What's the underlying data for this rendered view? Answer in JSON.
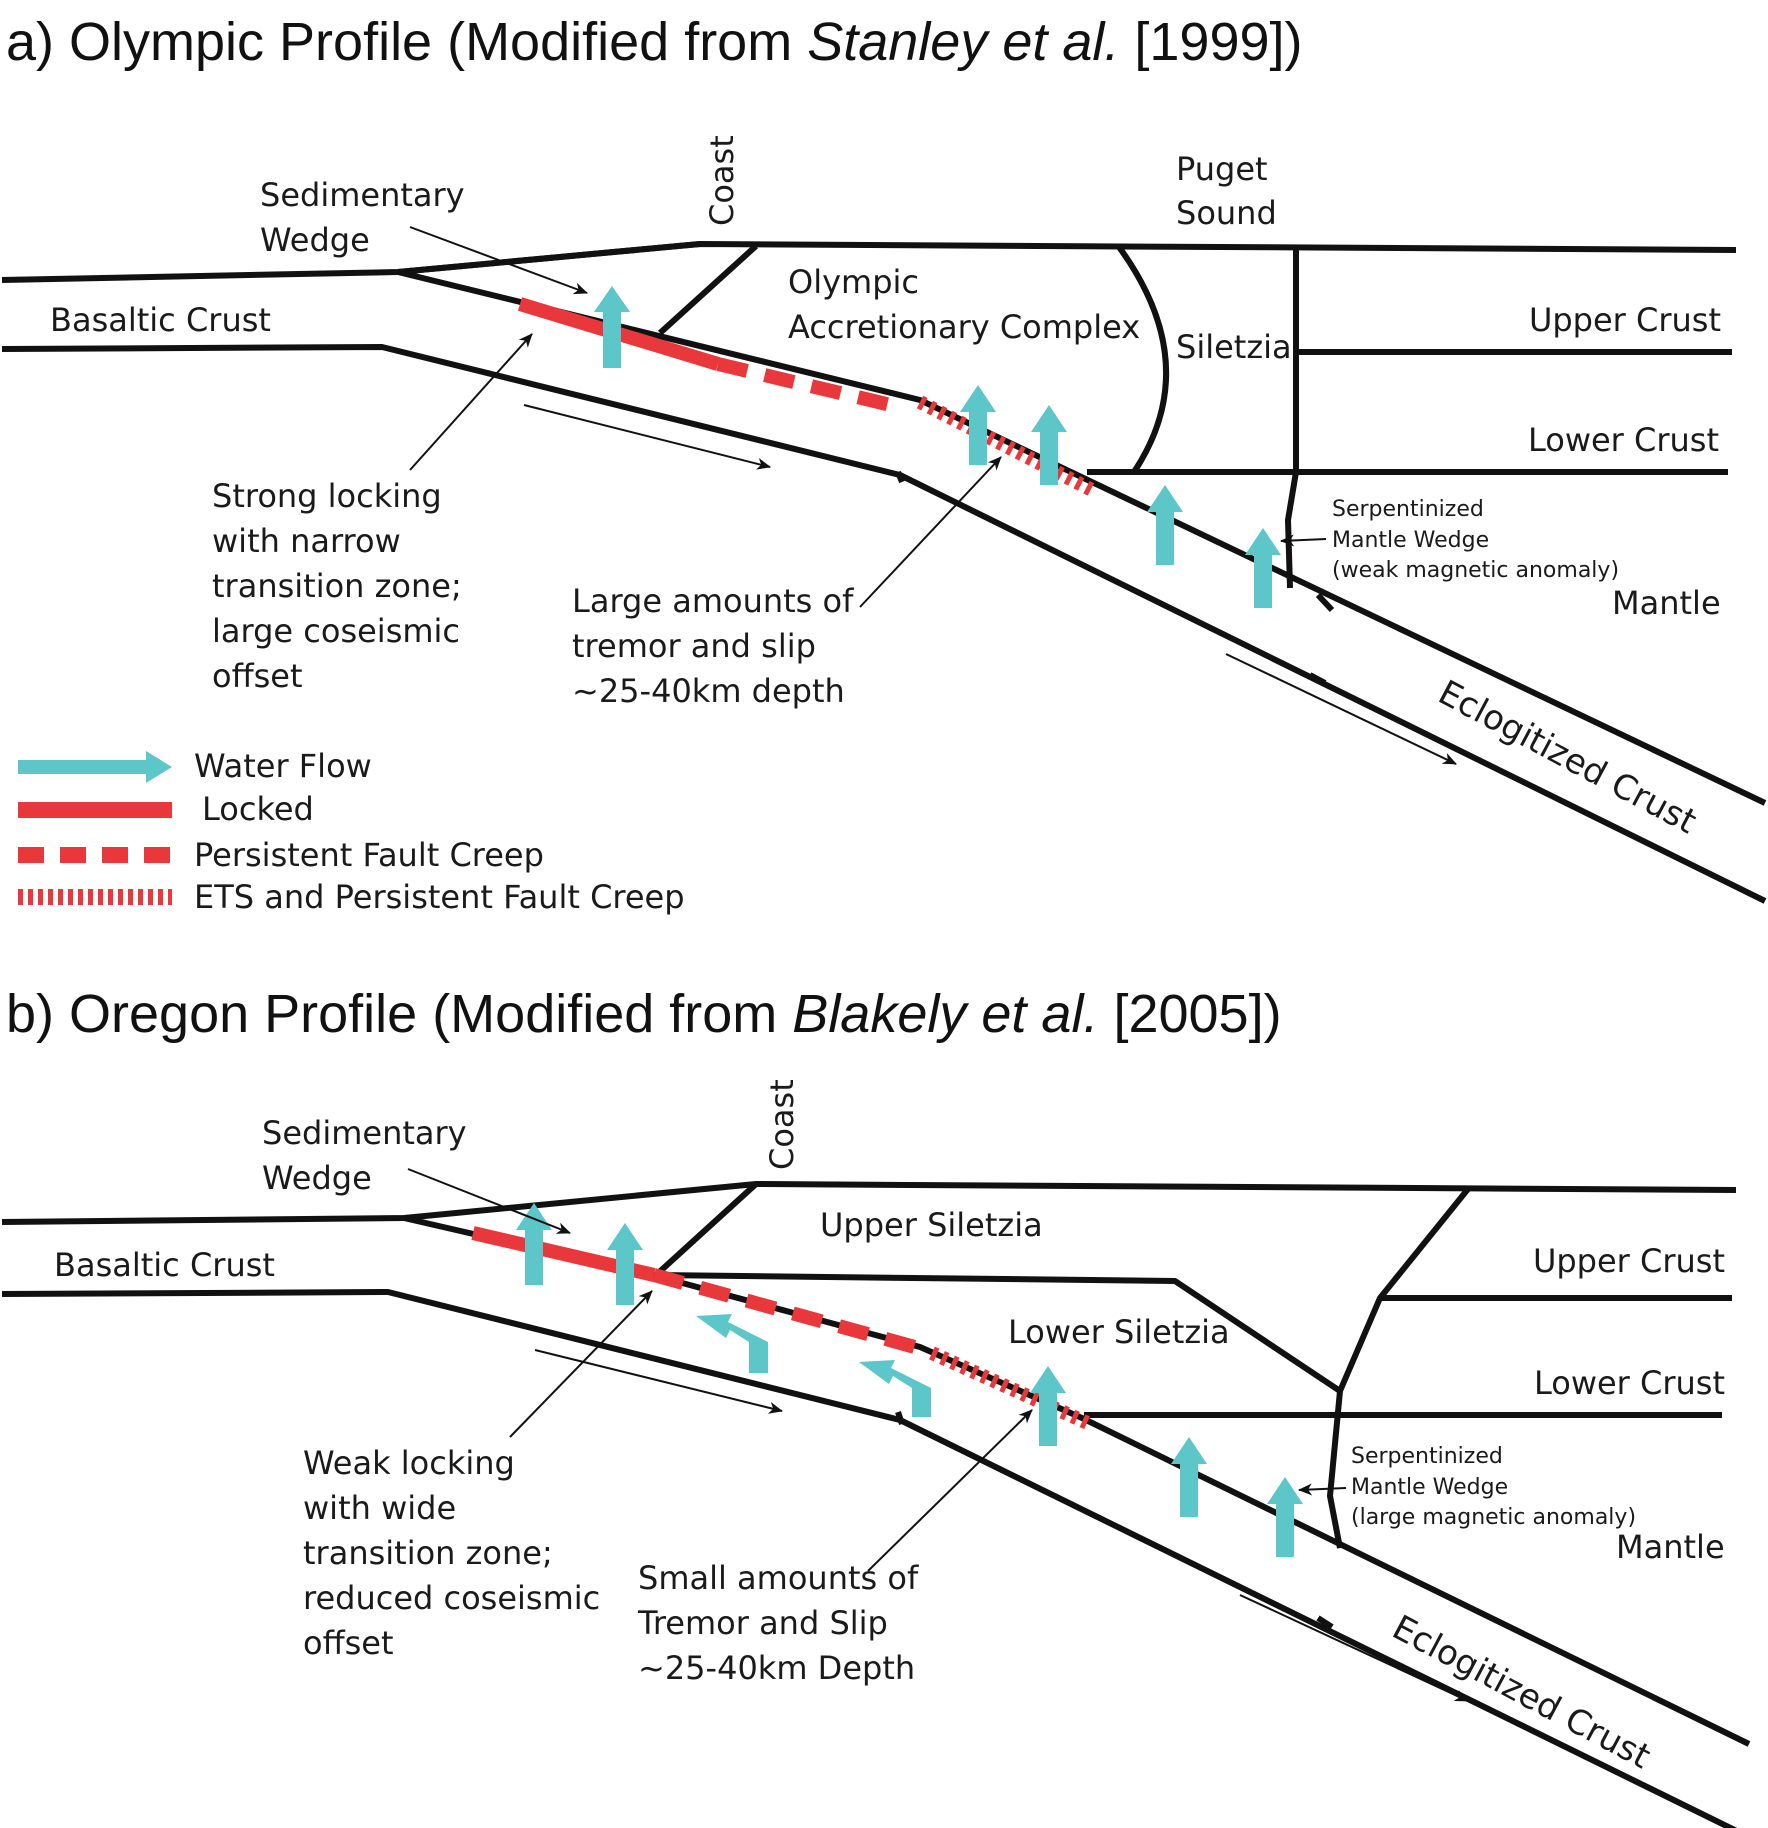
{
  "colors": {
    "water": "#5cc6c9",
    "locked": "#e8383b",
    "line": "#111111"
  },
  "panel_a": {
    "title_prefix": "a) Olympic Profile (Modified from ",
    "title_italic": "Stanley et al.",
    "title_suffix": " [1999])",
    "labels": {
      "sedimentary": "Sedimentary",
      "wedge": "Wedge",
      "coast": "Coast",
      "puget": "Puget",
      "sound": "Sound",
      "basaltic_crust": "Basaltic Crust",
      "olympic": "Olympic",
      "accretionary_complex": "Accretionary Complex",
      "siletzia": "Siletzia",
      "upper_crust": "Upper Crust",
      "lower_crust": "Lower Crust",
      "serp1": "Serpentinized",
      "serp2": "Mantle Wedge",
      "serp3": "(weak magnetic anomaly)",
      "mantle": "Mantle",
      "eclogitized": "Eclogitized Crust",
      "lock1": "Strong locking",
      "lock2": "with narrow",
      "lock3": "transition zone;",
      "lock4": "large coseismic",
      "lock5": "offset",
      "tremor1": "Large amounts of",
      "tremor2": "tremor and slip",
      "tremor3": "~25-40km depth"
    }
  },
  "legend": {
    "water_flow": "Water Flow",
    "locked": "Locked",
    "creep": "Persistent Fault Creep",
    "ets": "ETS and Persistent Fault Creep"
  },
  "panel_b": {
    "title_prefix": "b) Oregon Profile (Modified from ",
    "title_italic": "Blakely et al.",
    "title_suffix": " [2005])",
    "labels": {
      "sedimentary": "Sedimentary",
      "wedge": "Wedge",
      "coast": "Coast",
      "basaltic_crust": "Basaltic Crust",
      "upper_siletzia": "Upper Siletzia",
      "lower_siletzia": "Lower Siletzia",
      "upper_crust": "Upper Crust",
      "lower_crust": "Lower Crust",
      "serp1": "Serpentinized",
      "serp2": "Mantle Wedge",
      "serp3": "(large magnetic anomaly)",
      "mantle": "Mantle",
      "eclogitized": "Eclogitized Crust",
      "lock1": "Weak locking",
      "lock2": "with wide",
      "lock3": "transition zone;",
      "lock4": "reduced coseismic",
      "lock5": "offset",
      "tremor1": "Small amounts of",
      "tremor2": "Tremor and Slip",
      "tremor3": "~25-40km Depth"
    }
  }
}
